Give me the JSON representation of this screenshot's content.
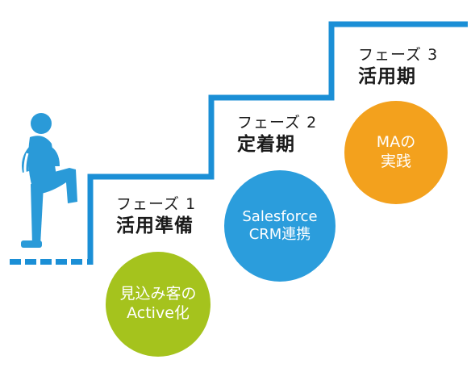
{
  "colors": {
    "stairs": "#1b8fd6",
    "person": "#2a9ad8",
    "phase1_circle": "#a5c31d",
    "phase2_circle": "#2b9ddc",
    "phase3_circle": "#f3a11d",
    "text": "#1a1a1a"
  },
  "icons": {
    "person": "person-climbing-stairs-icon"
  },
  "phases": [
    {
      "label": "フェーズ 1",
      "title": "活用準備",
      "circle_lines": [
        "見込み客の",
        "Active化"
      ]
    },
    {
      "label": "フェーズ 2",
      "title": "定着期",
      "circle_lines": [
        "Salesforce",
        "CRM連携"
      ]
    },
    {
      "label": "フェーズ 3",
      "title": "活用期",
      "circle_lines": [
        "MAの",
        "実践"
      ]
    }
  ]
}
